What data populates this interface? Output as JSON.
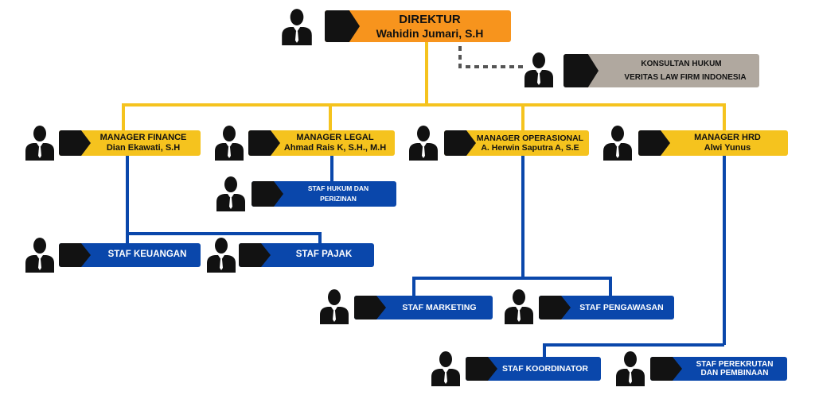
{
  "direktur": {
    "title": "DIREKTUR",
    "name": "Wahidin Jumari, S.H"
  },
  "konsultan": {
    "line1": "KONSULTAN HUKUM",
    "line2": "VERITAS LAW FIRM INDONESIA"
  },
  "managers": [
    {
      "title": "MANAGER FINANCE",
      "name": "Dian Ekawati, S.H"
    },
    {
      "title": "MANAGER LEGAL",
      "name": "Ahmad Rais K, S.H., M.H"
    },
    {
      "title": "MANAGER OPERASIONAL",
      "name": "A. Herwin Saputra A, S.E"
    },
    {
      "title": "MANAGER HRD",
      "name": "Alwi Yunus"
    }
  ],
  "staff": {
    "hukum": {
      "line1": "STAF HUKUM DAN",
      "line2": "PERIZINAN"
    },
    "keuangan": "STAF KEUANGAN",
    "pajak": "STAF PAJAK",
    "marketing": "STAF MARKETING",
    "pengawasan": "STAF PENGAWASAN",
    "koordinator": "STAF KOORDINATOR",
    "perekrutan": {
      "line1": "STAF PEREKRUTAN",
      "line2": "DAN PEMBINAAN"
    }
  },
  "colors": {
    "direktur": "#f7941d",
    "manager": "#f5c31e",
    "staff": "#0a47ab",
    "konsultan": "#b0a89f",
    "connector_top": "#f5c31e",
    "connector_staff": "#0a47ab",
    "dotted": "#555555"
  }
}
